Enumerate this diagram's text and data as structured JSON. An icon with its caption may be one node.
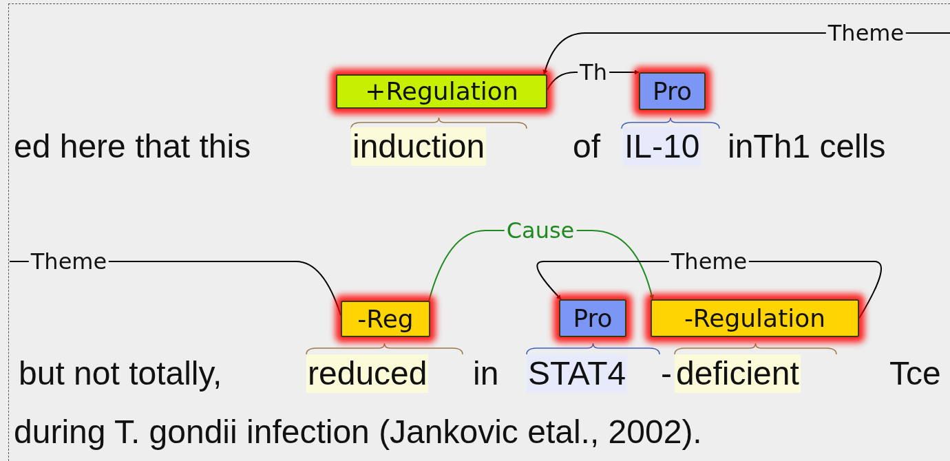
{
  "diagram": {
    "nodes": [
      {
        "text": [
          "+Regulation"
        ]
      },
      {
        "text": [
          "Pro"
        ]
      },
      {
        "text": [
          "-Reg"
        ]
      },
      {
        "text": [
          "Pro"
        ]
      },
      {
        "text": [
          "-Regulation"
        ]
      }
    ],
    "edges": [
      {
        "from": null,
        "to": 0,
        "arrow": "to",
        "label": "Theme"
      },
      {
        "from": 0,
        "to": 1,
        "arrow": "to",
        "label": "Th"
      },
      {
        "from": 2,
        "to": null,
        "arrow": "none",
        "label": "Theme"
      },
      {
        "from": 2,
        "to": 4,
        "arrow": "to",
        "label": "Cause",
        "color": "#1f8a1f"
      },
      {
        "from": 4,
        "to": 3,
        "arrow": "to",
        "label": "Theme"
      }
    ],
    "labels": [
      "ed here that this",
      "induction",
      "of",
      "IL-10",
      "inTh1 cells",
      "but not totally,",
      "reduced",
      "in",
      "STAT4",
      "-",
      "deficient",
      "Tce",
      "during T. gondii infection (Jankovic etal., 2002)."
    ]
  }
}
